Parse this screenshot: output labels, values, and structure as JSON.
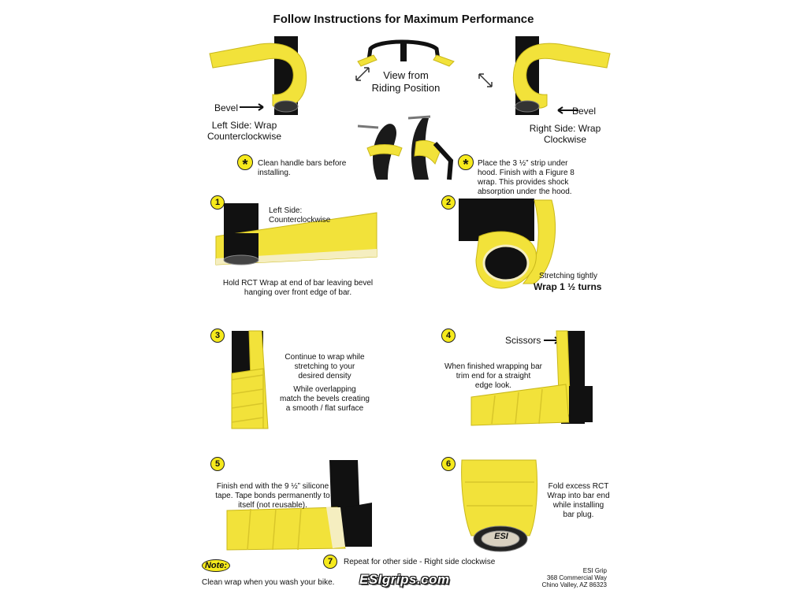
{
  "title": "Follow Instructions for Maximum Performance",
  "top": {
    "left_bevel": "Bevel",
    "left_side": "Left Side: Wrap\nCounterclockwise",
    "view_from": "View from\nRiding Position",
    "right_bevel": "Bevel",
    "right_side": "Right Side: Wrap\nClockwise",
    "clean_tip": "Clean handle bars before\ninstalling.",
    "strip_tip": "Place the 3 ½” strip under\nhood. Finish with a Figure 8\nwrap. This provides shock\nabsorption under the hood.",
    "star": "*"
  },
  "steps": [
    {
      "num": "1",
      "label": "Left Side:\nCounterclockwise",
      "text": "Hold RCT Wrap at end of bar leaving bevel\nhanging over front edge of bar."
    },
    {
      "num": "2",
      "text": "Stretching tightly",
      "bold": "Wrap 1 ½  turns"
    },
    {
      "num": "3",
      "text": "Continue to wrap while\nstretching to your\ndesired density",
      "text2": "While overlapping\nmatch the bevels creating\na smooth / flat surface"
    },
    {
      "num": "4",
      "label": "Scissors",
      "text": "When finished wrapping bar\ntrim end for a straight\nedge look."
    },
    {
      "num": "5",
      "text": "Finish end with the 9 ½” silicone\ntape. Tape bonds permanently to\nitself (not reusable)."
    },
    {
      "num": "6",
      "text": "Fold excess RCT\nWrap into bar end\nwhile installing\nbar plug.",
      "plug": "ESI"
    },
    {
      "num": "7",
      "text": "Repeat for other side - Right side clockwise"
    }
  ],
  "footer": {
    "note_label": "Note:",
    "note_text": "Clean wrap when you wash your bike.",
    "logo": "ESIgrips.com",
    "address": "ESI Grip\n368 Commercial Way\nChino Valley, AZ 86323"
  },
  "colors": {
    "yellow": "#f6ea1c",
    "tape": "#f2e23a",
    "bar": "#111111",
    "bevel": "#f5eec0"
  }
}
